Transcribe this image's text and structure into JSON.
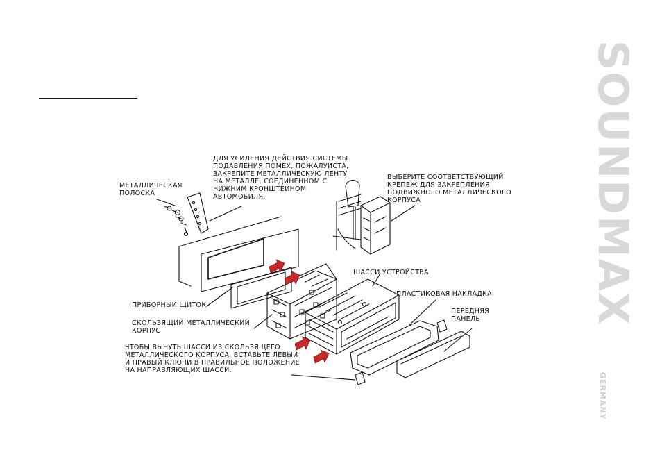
{
  "brand": {
    "name": "SOUNDMAX",
    "subtitle": "GERMANY"
  },
  "labels": {
    "metal_strip": "МЕТАЛЛИЧЕСКАЯ\nПОЛОСКА",
    "interference_note": "ДЛЯ УСИЛЕНИЯ ДЕЙСТВИЯ СИСТЕМЫ\nПОДАВЛЕНИЯ ПОМЕХ, ПОЖАЛУЙСТА,\nЗАКРЕПИТЕ МЕТАЛЛИЧЕСКУЮ ЛЕНТУ\nНА МЕТАЛЛЕ, СОЕДИНЕННОМ С\nНИЖНИМ КРОНШТЕЙНОМ\nАВТОМОБИЛЯ.",
    "mount_choice": "ВЫБЕРИТЕ СООТВЕТСТВУЮЩИЙ\nКРЕПЕЖ ДЛЯ ЗАКРЕПЛЕНИЯ\nПОДВИЖНОГО МЕТАЛЛИЧЕСКОГО\nКОРПУСА",
    "chassis": "ШАССИ УСТРОЙСТВА",
    "plastic_trim": "ПЛАСТИКОВАЯ НАКЛАДКА",
    "front_panel": "ПЕРЕДНЯЯ\nПАНЕЛЬ",
    "dashboard": "ПРИБОРНЫЙ ЩИТОК",
    "sliding_case": "СКОЛЬЗЯЩИЙ МЕТАЛЛИЧЕСКИЙ\nКОРПУС",
    "removal_note": "ЧТОБЫ ВЫНУТЬ ШАССИ ИЗ СКОЛЬЗЯЩЕГО\nМЕТАЛЛИЧЕСКОГО КОРПУСА, ВСТАВЬТЕ ЛЕВЫЙ\nИ ПРАВЫЙ КЛЮЧИ В ПРАВИЛЬНОЕ ПОЛОЖЕНИЕ\nНА НАПРАВЛЯЮЩИХ ШАССИ."
  },
  "colors": {
    "ink": "#111111",
    "arrow": "#c8282a",
    "brand": "#d8d8d8"
  }
}
